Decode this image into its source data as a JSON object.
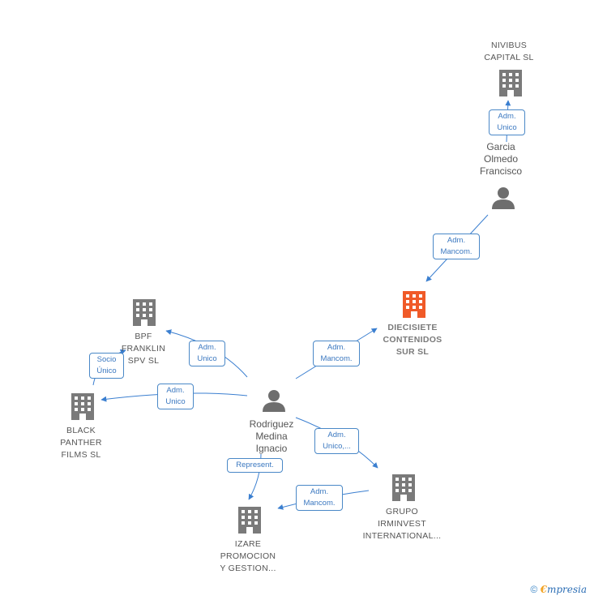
{
  "nodes": {
    "nivibus": {
      "label_lines": [
        "NIVIBUS",
        "CAPITAL SL"
      ],
      "type": "company"
    },
    "garcia": {
      "label_lines": [
        "Garcia",
        "Olmedo",
        "Francisco"
      ],
      "type": "person"
    },
    "diecisiete": {
      "label_lines": [
        "DIECISIETE",
        "CONTENIDOS",
        "SUR SL"
      ],
      "type": "company-focus"
    },
    "bpf": {
      "label_lines": [
        "BPF",
        "FRANKLIN",
        "SPV SL"
      ],
      "type": "company"
    },
    "black_panther": {
      "label_lines": [
        "BLACK",
        "PANTHER",
        "FILMS SL"
      ],
      "type": "company"
    },
    "rodriguez": {
      "label_lines": [
        "Rodriguez",
        "Medina",
        "Ignacio"
      ],
      "type": "person"
    },
    "grupo": {
      "label_lines": [
        "GRUPO",
        "IRMINVEST",
        "INTERNATIONAL..."
      ],
      "type": "company"
    },
    "izare": {
      "label_lines": [
        "IZARE",
        "PROMOCION",
        "Y GESTION..."
      ],
      "type": "company"
    }
  },
  "edges": {
    "garcia_nivibus": [
      "Adm.",
      "Unico"
    ],
    "garcia_diecisiete": [
      "Adm.",
      "Mancom."
    ],
    "rodriguez_diecisiete": [
      "Adm.",
      "Mancom."
    ],
    "rodriguez_bpf": [
      "Adm.",
      "Unico"
    ],
    "rodriguez_black": [
      "Adm.",
      "Unico"
    ],
    "black_bpf": [
      "Socio",
      "Único"
    ],
    "rodriguez_grupo": [
      "Adm.",
      "Unico,..."
    ],
    "rodriguez_izare": [
      "Represent."
    ],
    "grupo_izare": [
      "Adm.",
      "Mancom."
    ]
  },
  "colors": {
    "edge": "#3b7fd0",
    "company_icon": "#7a7a7a",
    "focus_icon": "#f05a28",
    "person_icon": "#6e6e6e"
  },
  "footer": {
    "copyright": "©",
    "brand_first": "€",
    "brand_rest": "mpresia"
  }
}
